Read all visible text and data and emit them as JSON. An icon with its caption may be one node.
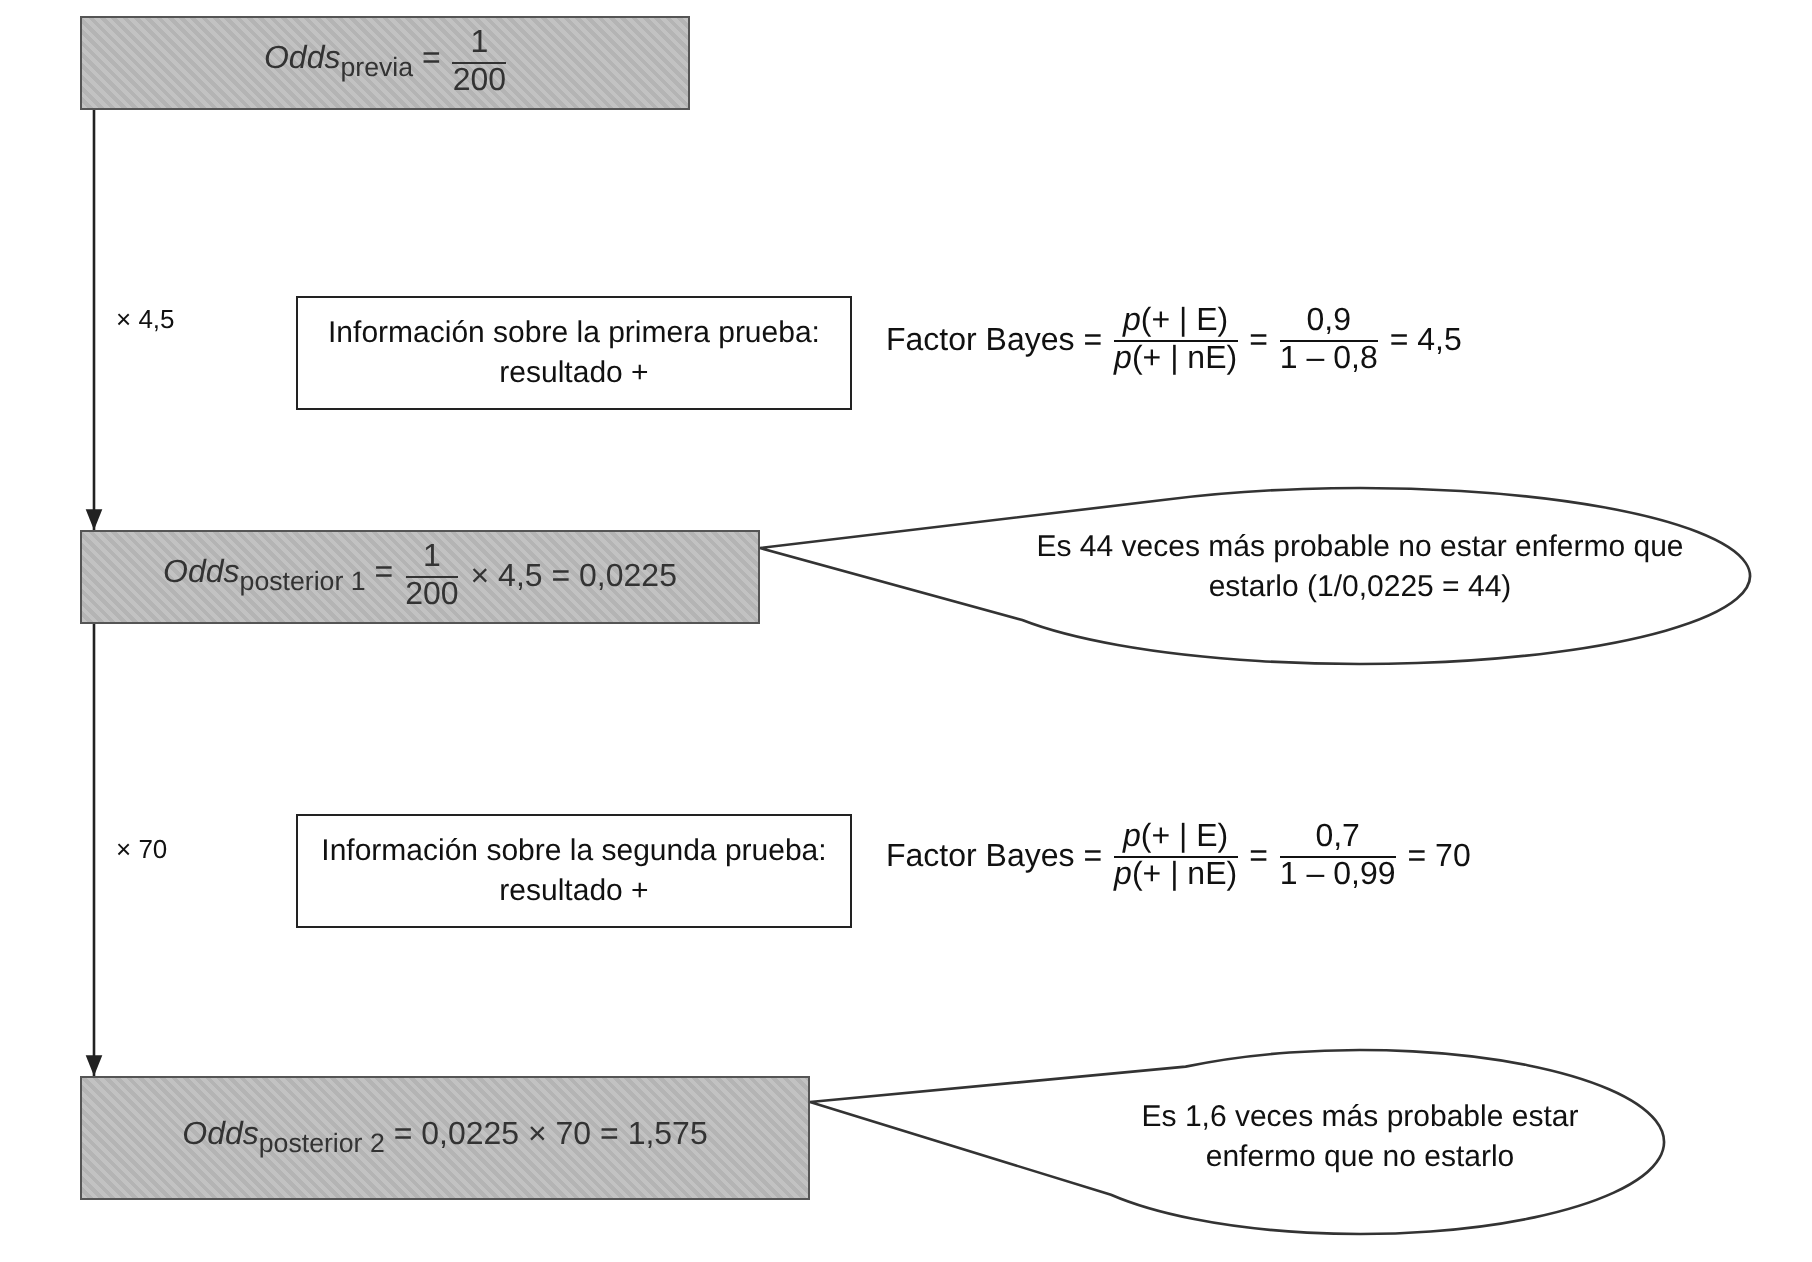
{
  "diagram": {
    "nodes": [
      {
        "text": [
          "*Odds*$_{previa}$ =",
          "1",
          "200"
        ]
      },
      {
        "text": [
          "Información sobre la primera prueba: resultado +"
        ]
      },
      {
        "text": [
          "*Odds*$_{posterior 1}$ =",
          "1",
          "200",
          "× 4,5 = 0,0225"
        ]
      },
      {
        "text": [
          "Es 44 veces más probable no estar enfermo que estarlo (1/0,0225 = 44)"
        ]
      },
      {
        "text": [
          "Información sobre la segunda prueba: resultado +"
        ]
      },
      {
        "text": [
          "*Odds*$_{posterior 2}$ = 0,0225 × 70 = 1,575"
        ]
      },
      {
        "text": [
          "Es 1,6 veces más probable estar enfermo que no estarlo"
        ]
      }
    ],
    "edges": [
      {
        "from": 0,
        "to": 2,
        "arrow": "to",
        "label": "× 4,5"
      },
      {
        "from": 2,
        "to": 5,
        "arrow": "to",
        "label": "× 70"
      }
    ],
    "labels": [
      "Factor Bayes =",
      "*p*(+ | E)",
      "*p*(+ | nE)",
      "=",
      "0,9",
      "1 – 0,8",
      "= 4,5",
      "Factor Bayes =",
      "*p*(+ | E)",
      "*p*(+ | nE)",
      "=",
      "0,7",
      "1 – 0,99",
      "= 70"
    ]
  }
}
